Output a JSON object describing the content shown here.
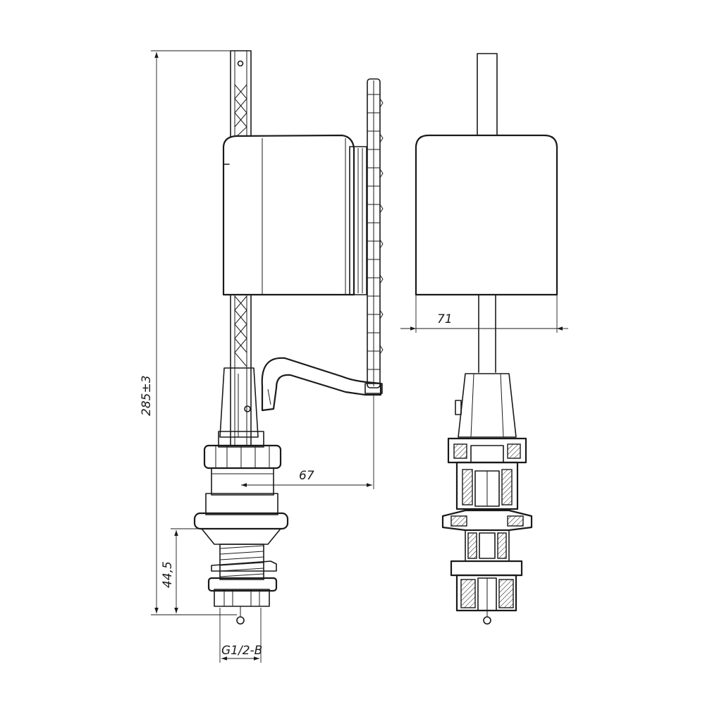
{
  "dimensions": {
    "overall_height": "285±3",
    "float_width": "71",
    "float_offset": "67",
    "thread_length": "44,5",
    "thread_size": "G1/2-B"
  }
}
